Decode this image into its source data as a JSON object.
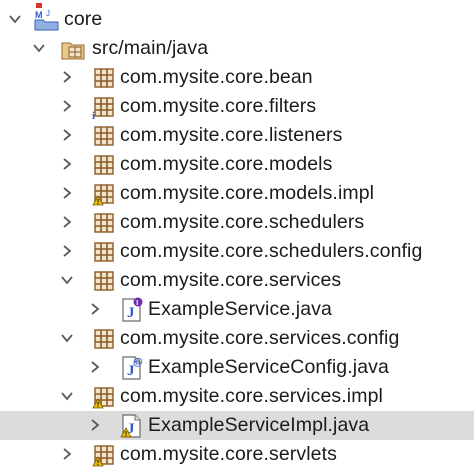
{
  "tree": {
    "root": {
      "label": "core",
      "icon": "maven-java-project-icon",
      "expanded": true
    },
    "source_folder": {
      "label": "src/main/java",
      "icon": "source-folder-icon",
      "expanded": true
    },
    "packages": [
      {
        "label": "com.mysite.core.bean",
        "icon": "package-icon",
        "overlay": "none",
        "expanded": false
      },
      {
        "label": "com.mysite.core.filters",
        "icon": "package-icon",
        "overlay": "info",
        "expanded": false
      },
      {
        "label": "com.mysite.core.listeners",
        "icon": "package-icon",
        "overlay": "none",
        "expanded": false
      },
      {
        "label": "com.mysite.core.models",
        "icon": "package-icon",
        "overlay": "none",
        "expanded": false
      },
      {
        "label": "com.mysite.core.models.impl",
        "icon": "package-icon",
        "overlay": "warning",
        "expanded": false
      },
      {
        "label": "com.mysite.core.schedulers",
        "icon": "package-icon",
        "overlay": "none",
        "expanded": false
      },
      {
        "label": "com.mysite.core.schedulers.config",
        "icon": "package-icon",
        "overlay": "none",
        "expanded": false
      },
      {
        "label": "com.mysite.core.services",
        "icon": "package-icon",
        "overlay": "none",
        "expanded": true,
        "children": [
          {
            "label": "ExampleService.java",
            "icon": "java-interface-file-icon",
            "overlay": "interface"
          }
        ]
      },
      {
        "label": "com.mysite.core.services.config",
        "icon": "package-icon",
        "overlay": "none",
        "expanded": true,
        "children": [
          {
            "label": "ExampleServiceConfig.java",
            "icon": "java-annotation-file-icon",
            "overlay": "annotation"
          }
        ]
      },
      {
        "label": "com.mysite.core.services.impl",
        "icon": "package-icon",
        "overlay": "warning",
        "expanded": true,
        "children": [
          {
            "label": "ExampleServiceImpl.java",
            "icon": "java-class-file-icon",
            "overlay": "warning",
            "selected": true
          }
        ]
      },
      {
        "label": "com.mysite.core.servlets",
        "icon": "package-icon",
        "overlay": "warning",
        "expanded": false
      }
    ]
  },
  "colors": {
    "package_brown": "#8a5a2b",
    "package_fill": "#f3e3c8",
    "twisty": "#5c5c5c",
    "selection": "#dcdcdc",
    "warning": "#f2c200",
    "info_blue": "#3a5bd9",
    "java_blue": "#2f58c7"
  }
}
